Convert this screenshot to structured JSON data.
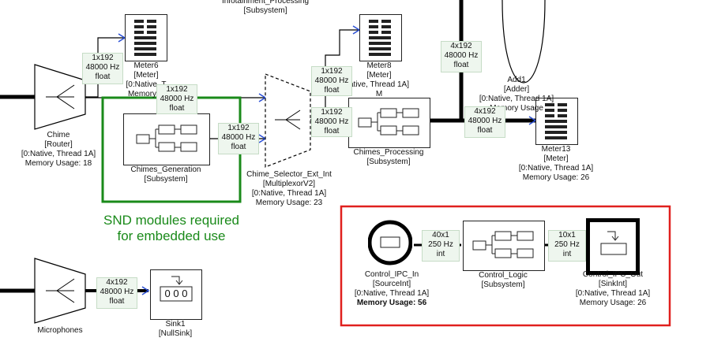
{
  "subsystem_top": {
    "name": "Infotainment_Processing",
    "type": "[Subsystem]"
  },
  "signals": {
    "s1": [
      "1x192",
      "48000 Hz",
      "float"
    ],
    "s2": [
      "1x192",
      "48000 Hz",
      "float"
    ],
    "s3": [
      "1x192",
      "48000 Hz",
      "float"
    ],
    "s4": [
      "1x192",
      "48000 Hz",
      "float"
    ],
    "s5": [
      "1x192",
      "48000 Hz",
      "float"
    ],
    "s6": [
      "4x192",
      "48000 Hz",
      "float"
    ],
    "s7": [
      "4x192",
      "48000 Hz",
      "float"
    ],
    "s8": [
      "4x192",
      "48000 Hz",
      "float"
    ],
    "s9": [
      "40x1",
      "250 Hz",
      "int"
    ],
    "s10": [
      "10x1",
      "250 Hz",
      "int"
    ]
  },
  "blocks": {
    "chime": {
      "lines": [
        "Chime",
        "[Router]",
        "[0:Native, Thread 1A]",
        "Memory Usage: 18"
      ]
    },
    "meter6": {
      "lines": [
        "Meter6",
        "[Meter]",
        "[0:Native, T",
        "Memory U"
      ]
    },
    "chimes_generation": {
      "lines": [
        "Chimes_Generation",
        "[Subsystem]"
      ]
    },
    "selector": {
      "lines": [
        "Chime_Selector_Ext_Int",
        "[MultiplexorV2]",
        "[0:Native, Thread 1A]",
        "Memory Usage: 23"
      ]
    },
    "meter8": {
      "lines": [
        "Meter8",
        "[Meter]",
        "ative, Thread 1A]",
        "M"
      ]
    },
    "chimes_processing": {
      "lines": [
        "Chimes_Processing",
        "[Subsystem]"
      ]
    },
    "add1": {
      "lines": [
        "Add1",
        "[Adder]",
        "[0:Native, Thread 1A]",
        "Memory Usage"
      ]
    },
    "meter13": {
      "lines": [
        "Meter13",
        "[Meter]",
        "[0:Native, Thread 1A]",
        "Memory Usage: 26"
      ]
    },
    "microphones": {
      "lines": [
        "Microphones"
      ]
    },
    "sink1": {
      "lines": [
        "Sink1",
        "[NullSink]"
      ],
      "display": "0 0 0"
    },
    "control_ipc_in": {
      "lines": [
        "Control_IPC_In",
        "[SourceInt]",
        "[0:Native, Thread 1A]"
      ],
      "memory": "Memory Usage: 56"
    },
    "control_logic": {
      "lines": [
        "Control_Logic",
        "[Subsystem]"
      ]
    },
    "control_ipc_out": {
      "lines": [
        "Control_IPC_Out",
        "[SinkInt]",
        "[0:Native, Thread 1A]",
        "Memory Usage: 26"
      ]
    }
  },
  "annotation": {
    "lines": [
      "SND modules required",
      "for embedded use"
    ],
    "color": "#1a8a1a"
  },
  "highlight_color": "#e0201e",
  "wire_color": "#000000",
  "arrow_color": "#2a4fd6"
}
